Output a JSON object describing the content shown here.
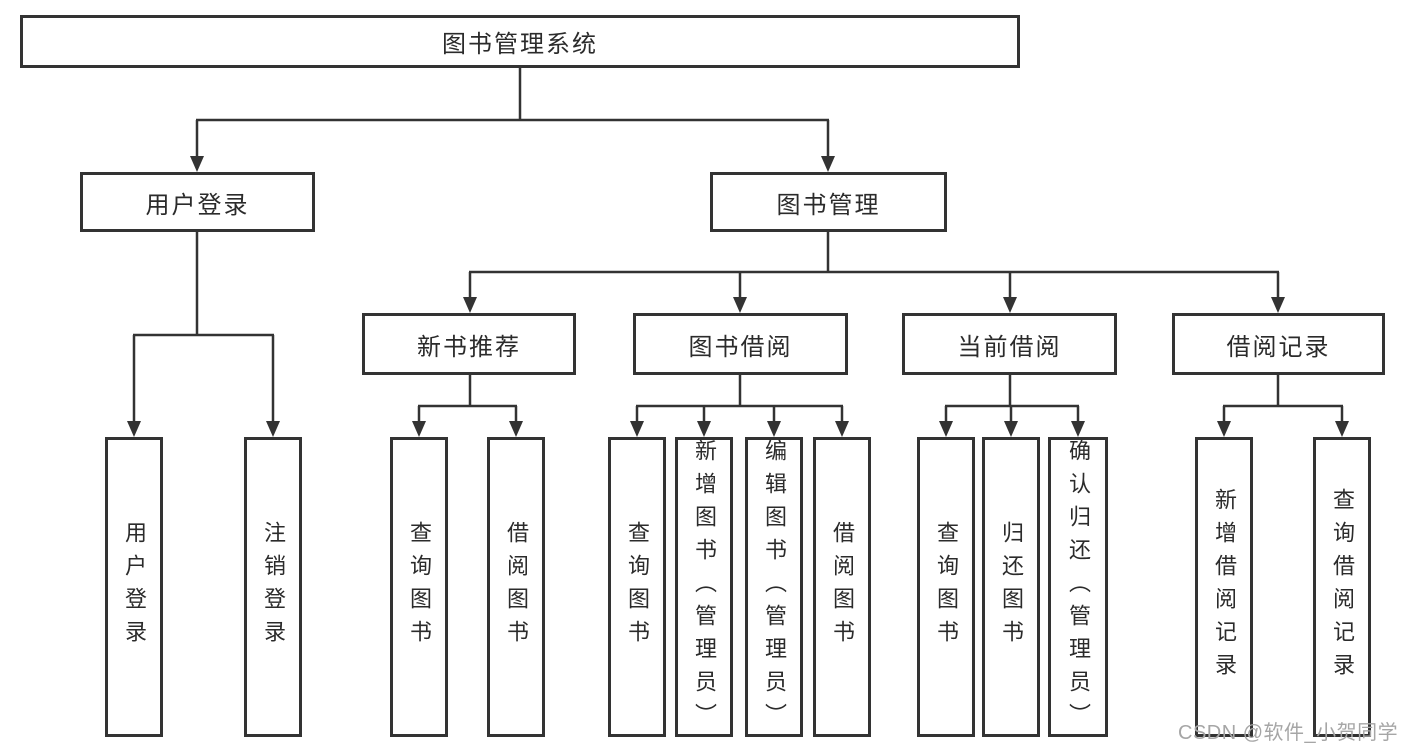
{
  "root": {
    "label": "图书管理系统"
  },
  "branches": [
    {
      "label": "用户登录",
      "children": [
        {
          "label": "用户登录"
        },
        {
          "label": "注销登录"
        }
      ]
    },
    {
      "label": "图书管理",
      "children": [
        {
          "label": "新书推荐",
          "children": [
            {
              "label": "查询图书"
            },
            {
              "label": "借阅图书"
            }
          ]
        },
        {
          "label": "图书借阅",
          "children": [
            {
              "label": "查询图书"
            },
            {
              "label": "新增图书（管理员）"
            },
            {
              "label": "编辑图书（管理员）"
            },
            {
              "label": "借阅图书"
            }
          ]
        },
        {
          "label": "当前借阅",
          "children": [
            {
              "label": "查询图书"
            },
            {
              "label": "归还图书"
            },
            {
              "label": "确认归还（管理员）"
            }
          ]
        },
        {
          "label": "借阅记录",
          "children": [
            {
              "label": "新增借阅记录"
            },
            {
              "label": "查询借阅记录"
            }
          ]
        }
      ]
    }
  ],
  "watermark": "CSDN @软件_小贺同学",
  "colors": {
    "line": "#333333",
    "text": "#2b2b2b",
    "watermark": "#a6a6a6",
    "background": "#ffffff"
  }
}
